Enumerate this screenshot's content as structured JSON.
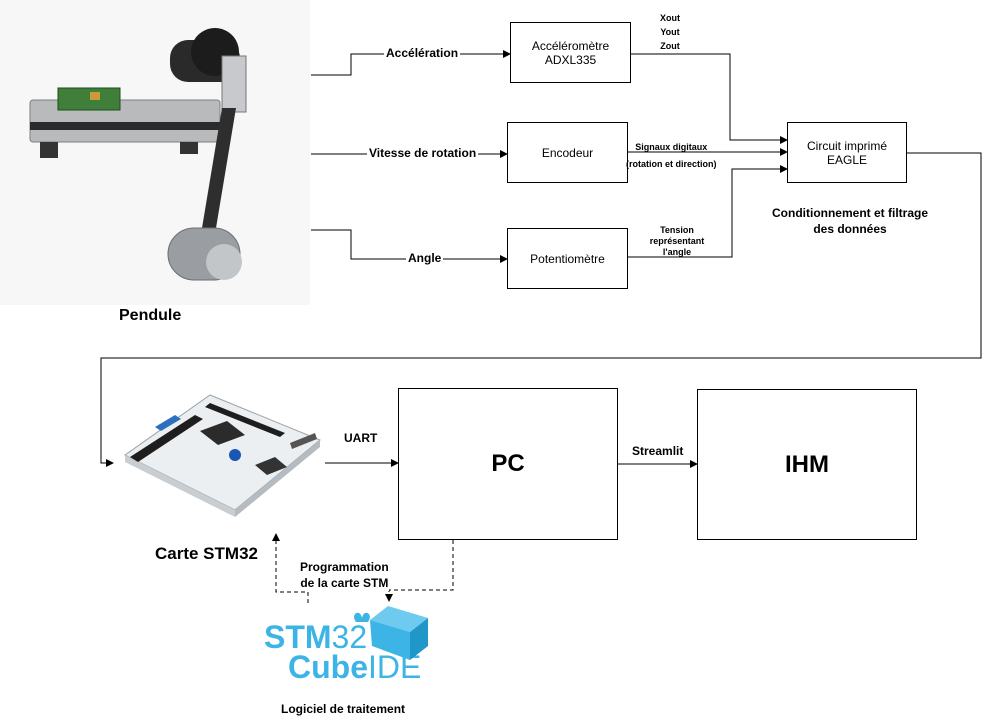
{
  "pendulum": {
    "caption": "Pendule"
  },
  "signals": {
    "acceleration": "Accélération",
    "rotation_speed": "Vitesse de rotation",
    "angle": "Angle"
  },
  "blocks": {
    "accelerometer": [
      "Accéléromètre",
      "ADXL335"
    ],
    "encoder": "Encodeur",
    "potentiometer": "Potentiomètre",
    "pcb": [
      "Circuit imprimé",
      "EAGLE"
    ],
    "pc": "PC",
    "hmi": "IHM"
  },
  "annotations": {
    "axes": [
      "Xout",
      "Yout",
      "Zout"
    ],
    "digital_signals": [
      "Signaux digitaux",
      "(rotation et direction)"
    ],
    "voltage": [
      "Tension",
      "représentant",
      "l'angle"
    ],
    "conditioning": [
      "Conditionnement et filtrage",
      "des données"
    ],
    "uart": "UART",
    "streamlit": "Streamlit",
    "programming": [
      "Programmation",
      "de la carte STM"
    ]
  },
  "stm32": {
    "caption": "Carte STM32"
  },
  "software": {
    "logo_line1_a": "STM",
    "logo_line1_b": "32",
    "logo_line2_a": "Cube",
    "logo_line2_b": "IDE",
    "caption": "Logiciel de traitement"
  },
  "colors": {
    "logo_blue": "#3CB4E5",
    "logo_dark": "#03234B",
    "line": "#000000"
  }
}
